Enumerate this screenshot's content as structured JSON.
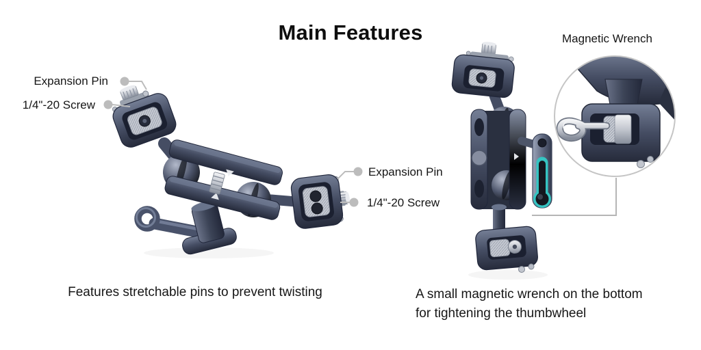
{
  "page": {
    "title": "Main Features"
  },
  "left_figure": {
    "callouts": [
      {
        "label": "Expansion Pin",
        "side": "left"
      },
      {
        "label": "1/4\"-20 Screw",
        "side": "left"
      },
      {
        "label": "Expansion Pin",
        "side": "right"
      },
      {
        "label": "1/4\"-20 Screw",
        "side": "right"
      }
    ],
    "caption": "Features stretchable pins to prevent twisting"
  },
  "right_figure": {
    "callout": {
      "label": "Magnetic Wrench"
    },
    "caption_lines": [
      "A small magnetic wrench on the bottom",
      "for tightening the thumbwheel"
    ]
  },
  "colors": {
    "accent_teal": "#35c4c2",
    "leader_gray": "#bcbcbc",
    "product_slate": "#3c4457",
    "silver": "#c9cdd5",
    "ink": "#141414",
    "background": "#ffffff"
  }
}
